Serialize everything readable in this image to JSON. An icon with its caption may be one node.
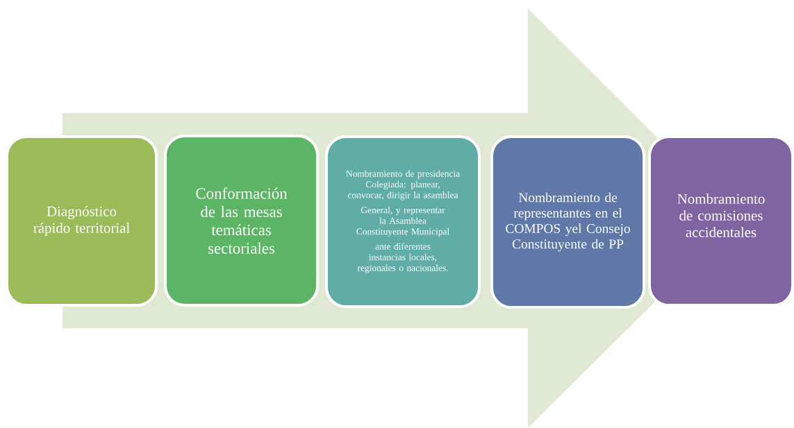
{
  "diagram": {
    "nodes": [
      {
        "text": [
          "Diagnóstico rápido territorial"
        ]
      },
      {
        "text": [
          "Conformación de las mesas temáticas sectoriales"
        ]
      },
      {
        "text": [
          "Nombramiento de presidencia Colegiada: planear, convocar, dirigir la asamblea",
          "General, y representar la Asamblea Constituyente Municipal",
          "ante diferentes instancias locales, regionales o nacionales."
        ]
      },
      {
        "text": [
          "Nombramiento de representantes en el COMPOS yel Consejo Constituyente de PP"
        ]
      },
      {
        "text": [
          "Nombramiento de comisiones accidentales"
        ]
      }
    ],
    "edges": [
      {
        "from": 0,
        "to": 4,
        "arrow": "to"
      }
    ]
  }
}
